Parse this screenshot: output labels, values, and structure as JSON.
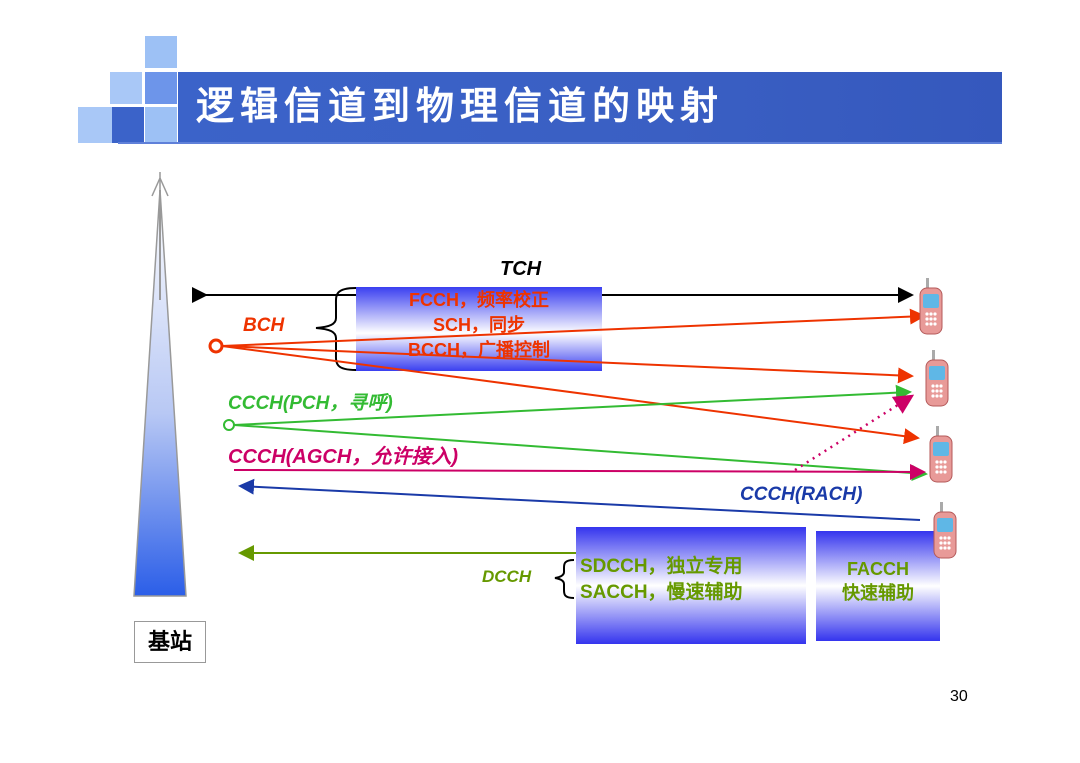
{
  "slide": {
    "title": "逻辑信道到物理信道的映射",
    "page_number": "30"
  },
  "station": {
    "label": "基站"
  },
  "channels": {
    "tch": "TCH",
    "bch": "BCH",
    "bch_group": {
      "fcch": "FCCH，频率校正",
      "sch": "SCH，同步",
      "bcch": "BCCH，广播控制"
    },
    "ccch_pch": "CCCH(PCH，寻呼)",
    "ccch_agch": "CCCH(AGCH，允许接入)",
    "ccch_rach": "CCCH(RACH)",
    "dcch": "DCCH",
    "dcch_group": {
      "sdcch": "SDCCH，独立专用",
      "sacch": "SACCH，慢速辅助"
    },
    "facch_group": {
      "facch": "FACCH",
      "facch_desc": "快速辅助"
    }
  },
  "colors": {
    "title_bar": "#3b63c9",
    "bch": "#ee3300",
    "ccch_pch": "#33bb33",
    "ccch_agch": "#cc0066",
    "ccch_rach": "#1a3aa8",
    "dcch": "#669900",
    "tch": "#000000"
  },
  "icons": [
    "antenna-tower-icon",
    "mobile-phone-icon"
  ]
}
